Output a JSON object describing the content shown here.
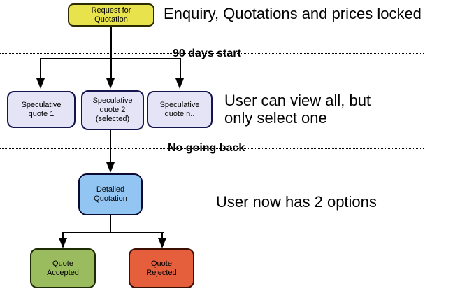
{
  "diagram": {
    "annotations": {
      "stage1": "Enquiry, Quotations and prices locked",
      "stage2": "User can view all, but\nonly select one",
      "stage3": "User now has 2 options"
    },
    "dividers": {
      "divider1_label": "90 days start",
      "divider2_label": "No going back"
    },
    "nodes": {
      "request": {
        "label": "Request for\nQuotation",
        "fill": "#e8e24d",
        "border": "#2b2b00"
      },
      "spec1": {
        "label": "Speculative\nquote 1",
        "fill": "#e4e4f6",
        "border": "#14144f"
      },
      "spec2": {
        "label": "Speculative\nquote 2\n(selected)",
        "fill": "#e4e4f6",
        "border": "#14144f"
      },
      "specn": {
        "label": "Speculative\nquote n..",
        "fill": "#e4e4f6",
        "border": "#14144f"
      },
      "detailed": {
        "label": "Detailed\nQuotation",
        "fill": "#92c5f1",
        "border": "#0a0a33"
      },
      "accepted": {
        "label": "Quote\nAccepted",
        "fill": "#9abb5e",
        "border": "#1c2b00"
      },
      "rejected": {
        "label": "Quote\nRejected",
        "fill": "#e55f3d",
        "border": "#3d0f00"
      }
    },
    "connector_color": "#000000"
  }
}
